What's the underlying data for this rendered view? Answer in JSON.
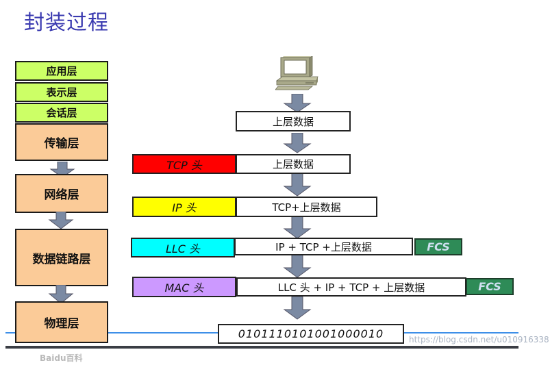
{
  "title": "封装过程",
  "osi_layers": [
    {
      "label": "应用层",
      "color": "#ccff66"
    },
    {
      "label": "表示层",
      "color": "#ccff66"
    },
    {
      "label": "会话层",
      "color": "#ccff66"
    },
    {
      "label": "传输层",
      "color": "#fbcb98"
    },
    {
      "label": "网络层",
      "color": "#fbcb98"
    },
    {
      "label": "数据链路层",
      "color": "#fbcb98"
    },
    {
      "label": "物理层",
      "color": "#fbcb98"
    }
  ],
  "source_icon": "computer-icon",
  "encapsulation": {
    "application_data": "上层数据",
    "transport": {
      "header": "TCP 头",
      "header_color": "#ff0000",
      "payload": "上层数据"
    },
    "network": {
      "header": "IP 头",
      "header_color": "#ffff00",
      "payload": "TCP+上层数据"
    },
    "llc": {
      "header": "LLC 头",
      "header_color": "#00ffff",
      "payload": "IP + TCP +上层数据",
      "trailer": "FCS"
    },
    "mac": {
      "header": "MAC 头",
      "header_color": "#cc99ff",
      "payload": "LLC 头 + IP + TCP + 上层数据",
      "trailer": "FCS"
    },
    "bits": "0101110101001000010"
  },
  "trailer_color": "#2e8b57",
  "watermarks": {
    "baidu": "Baidu百科",
    "url": "https://blog.csdn.net/u010916338"
  }
}
